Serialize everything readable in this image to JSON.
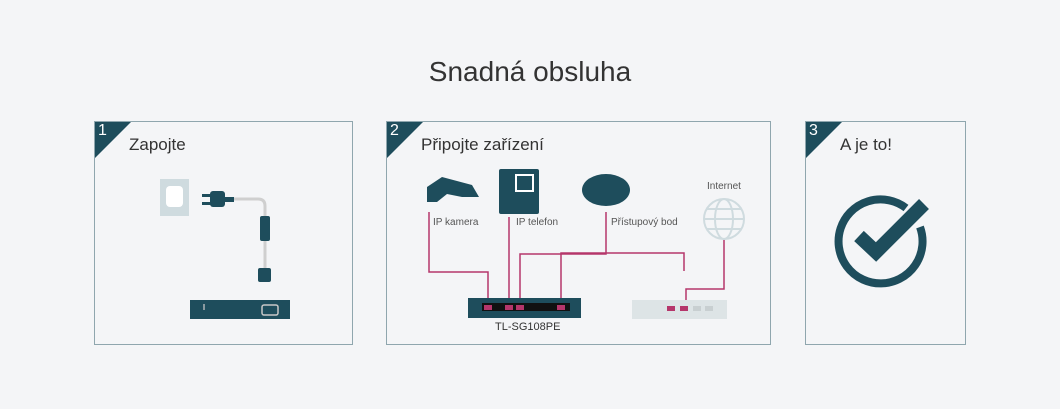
{
  "title": "Snadná obsluha",
  "steps": [
    {
      "number": "1",
      "title": "Zapojte"
    },
    {
      "number": "2",
      "title": "Připojte zařízení",
      "labels": {
        "camera": "IP kamera",
        "phone": "IP telefon",
        "ap": "Přístupový bod",
        "internet": "Internet",
        "switch": "TL-SG108PE"
      }
    },
    {
      "number": "3",
      "title": "A je to!"
    }
  ],
  "colors": {
    "accent": "#1e4d5c",
    "cable": "#b5366b",
    "light": "#cfdbdf"
  }
}
